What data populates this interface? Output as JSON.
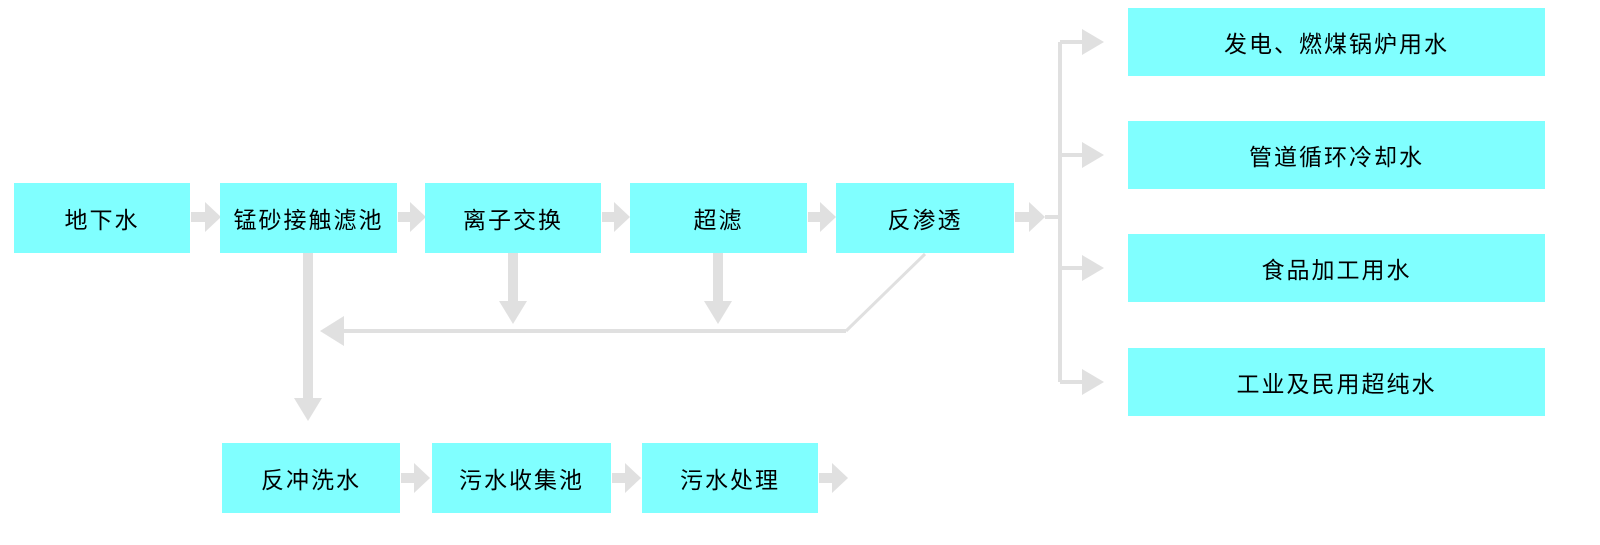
{
  "colors": {
    "box_fill": "#80FFFF",
    "connector": "#E0E0E0",
    "text": "#000000",
    "background": "#FFFFFF"
  },
  "diagram": {
    "main_flow": [
      {
        "label": "地下水"
      },
      {
        "label": "锰砂接触滤池"
      },
      {
        "label": "离子交换"
      },
      {
        "label": "超滤"
      },
      {
        "label": "反渗透"
      }
    ],
    "outputs": [
      {
        "label": "发电、燃煤锅炉用水"
      },
      {
        "label": "管道循环冷却水"
      },
      {
        "label": "食品加工用水"
      },
      {
        "label": "工业及民用超纯水"
      }
    ],
    "waste_flow": [
      {
        "label": "反冲洗水"
      },
      {
        "label": "污水收集池"
      },
      {
        "label": "污水处理"
      }
    ]
  }
}
